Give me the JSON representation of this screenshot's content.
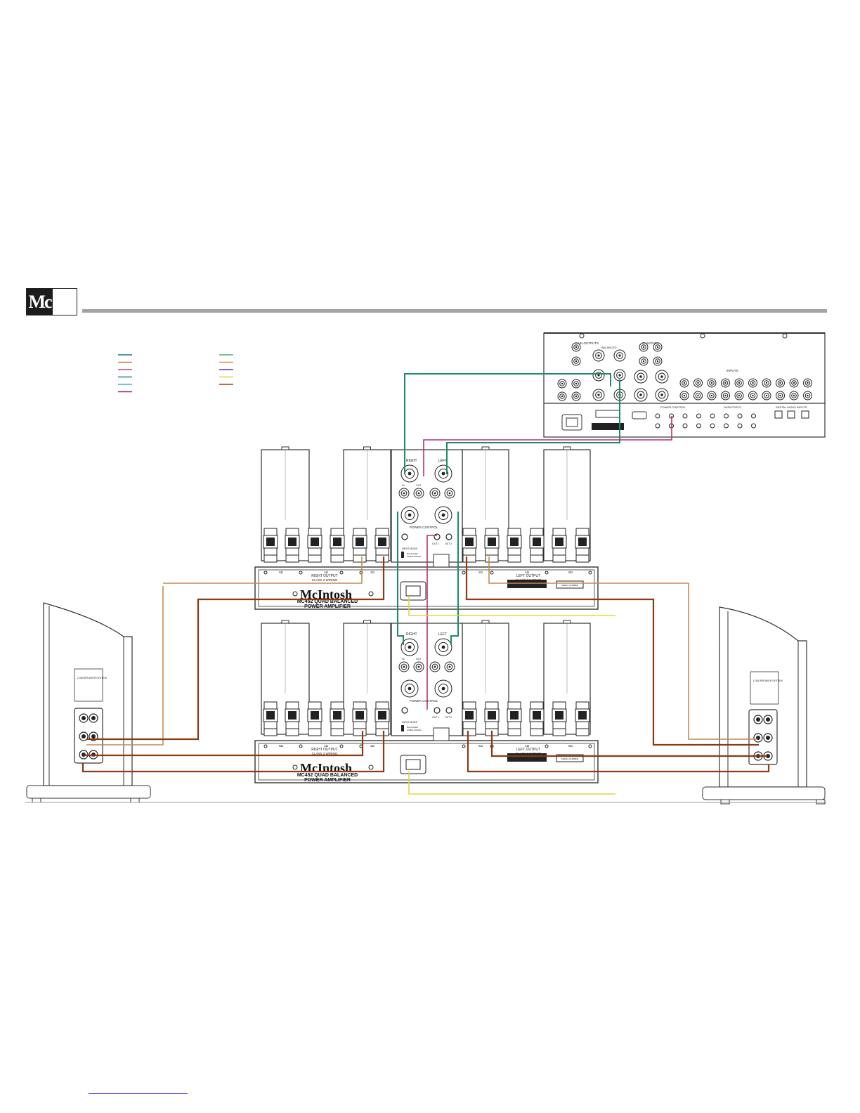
{
  "brand": {
    "logo_text": "Mc"
  },
  "colors": {
    "legend": [
      "#1f7a7a",
      "#c17a4c",
      "#c2457d",
      "#1e8a6a",
      "#38b6c9",
      "#8a2b7a",
      "#4fae7c",
      "#c79a3c",
      "#5a2fc8",
      "#e6d23a",
      "#8b4a1d"
    ],
    "green_cable": "#1e8a6a",
    "magenta_cable": "#b5306e",
    "brown_cable": "#8b3a12",
    "tan_cable": "#c28a55",
    "yellow_cable": "#e0d640",
    "header_rule": "#a3a3a3"
  },
  "preamp": {
    "sections": {
      "main_outputs": "MAIN OUTPUTS",
      "balanced": "BALANCED",
      "passthrough": "PASSTHRU",
      "inputs": "INPUTS",
      "power_control": "POWER CONTROL",
      "data_ports": "DATA PORTS",
      "digital_audio_inputs": "DIGITAL AUDIO INPUTS"
    }
  },
  "amplifiers": [
    {
      "brand": "McIntosh",
      "model": "MC452 QUAD BALANCED",
      "type": "POWER AMPLIFIER",
      "right_output": "RIGHT OUTPUT",
      "left_output": "LEFT OUTPUT",
      "wiring": "CLASS 2 WIRING",
      "channel_right": "RIGHT",
      "channel_left": "LEFT",
      "power_control": "POWER CONTROL",
      "input_mode": "INPUT MODE",
      "balanced": "BALANCED",
      "unbalanced": "UNBALANCED",
      "in_label": "IN",
      "out_label": "OUT",
      "out1_label": "OUT 1",
      "out2_label": "OUT 2",
      "ohm_labels": [
        "8Ω",
        "4Ω",
        "2Ω"
      ],
      "serial_label": "SERIAL NUMBER"
    },
    {
      "brand": "McIntosh",
      "model": "MC452 QUAD BALANCED",
      "type": "POWER AMPLIFIER",
      "right_output": "RIGHT OUTPUT",
      "left_output": "LEFT OUTPUT",
      "wiring": "CLASS 2 WIRING",
      "channel_right": "RIGHT",
      "channel_left": "LEFT",
      "power_control": "POWER CONTROL",
      "input_mode": "INPUT MODE",
      "balanced": "BALANCED",
      "unbalanced": "UNBALANCED",
      "in_label": "IN",
      "out_label": "OUT",
      "out1_label": "OUT 1",
      "out2_label": "OUT 2",
      "ohm_labels": [
        "8Ω",
        "4Ω",
        "2Ω"
      ],
      "serial_label": "SERIAL NUMBER"
    }
  ],
  "speakers": {
    "left_label": "LOUDSPEAKER SYSTEM",
    "right_label": "LOUDSPEAKER SYSTEM"
  }
}
